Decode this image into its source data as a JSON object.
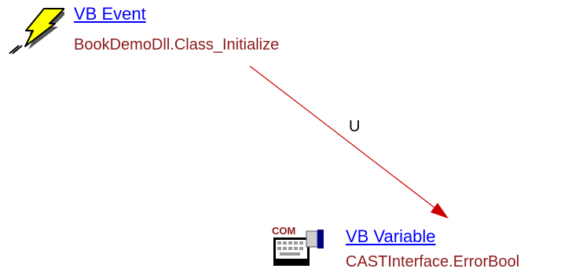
{
  "colors": {
    "link": "#0000ff",
    "subtitle": "#8b1a1a",
    "edge": "#cc0000"
  },
  "nodes": [
    {
      "id": "event",
      "title": "VB Event",
      "subtitle": "BookDemoDll.Class_Initialize",
      "icon": "lightning-icon"
    },
    {
      "id": "variable",
      "title": "VB Variable",
      "subtitle": "CASTInterface.ErrorBool",
      "icon": "com-keyboard-icon",
      "icon_text": "COM"
    }
  ],
  "edges": [
    {
      "from": "event",
      "to": "variable",
      "label": "U"
    }
  ]
}
